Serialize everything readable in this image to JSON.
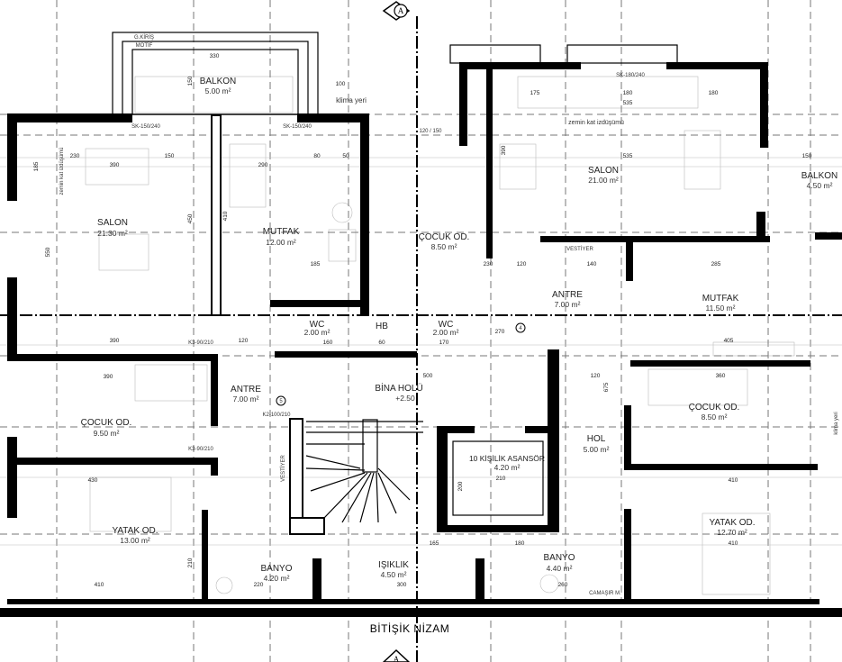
{
  "drawing": {
    "footer_label": "BİTİŞİK NİZAM",
    "axis_marker": "A",
    "grid_markers": [
      "4",
      "5"
    ],
    "colors": {
      "wall": "#000000",
      "grid": "#777777",
      "furniture": "#bbbbbb"
    }
  },
  "rooms": [
    {
      "name": "BALKON",
      "area": "5.00 m²"
    },
    {
      "name": "SALON",
      "area": "21.30 m²"
    },
    {
      "name": "MUTFAK",
      "area": "12.00 m²"
    },
    {
      "name": "WC",
      "area": "2.00 m²"
    },
    {
      "name": "HB",
      "area": ""
    },
    {
      "name": "WC",
      "area": "2.00 m²"
    },
    {
      "name": "ÇOCUK OD.",
      "area": "8.50 m²"
    },
    {
      "name": "SALON",
      "area": "21.00 m²"
    },
    {
      "name": "BALKON",
      "area": "4.50 m²"
    },
    {
      "name": "ANTRE",
      "area": "7.00 m²"
    },
    {
      "name": "MUTFAK",
      "area": "11.50 m²"
    },
    {
      "name": "ANTRE",
      "area": "7.00 m²"
    },
    {
      "name": "BİNA HOLÜ",
      "area": "+2.50"
    },
    {
      "name": "ÇOCUK OD.",
      "area": "9.50 m²"
    },
    {
      "name": "ÇOCUK OD.",
      "area": "8.50 m²"
    },
    {
      "name": "10 KİŞİLİK ASANSÖR",
      "area": "4.20 m²"
    },
    {
      "name": "HOL",
      "area": "5.00 m²"
    },
    {
      "name": "YATAK OD.",
      "area": "13.00 m²"
    },
    {
      "name": "YATAK OD.",
      "area": "12.70 m²"
    },
    {
      "name": "BANYO",
      "area": "4.20 m²"
    },
    {
      "name": "IŞIKLIK",
      "area": "4.50 m²"
    },
    {
      "name": "BANYO",
      "area": "4.40 m²"
    }
  ],
  "notes": [
    "G.KİRİŞ",
    "MOTİF",
    "SK-150/240",
    "SK-150/240",
    "klima yeri",
    "zemin kat izdüşümü",
    "SK-180/240",
    "VESTİYER",
    "VESTİYER",
    "klima yeri",
    "CAMAŞIR M.",
    "K3-90/210",
    "K3-90/210",
    "K2-100/210",
    "120 / 150",
    "zemin kat izdüşümü"
  ],
  "dims": [
    "330",
    "150",
    "100",
    "230",
    "390",
    "150",
    "290",
    "80",
    "50",
    "185",
    "450",
    "410",
    "185",
    "390",
    "390",
    "120",
    "430",
    "410",
    "210",
    "220",
    "300",
    "175",
    "180",
    "180",
    "535",
    "535",
    "390",
    "150",
    "120",
    "230",
    "140",
    "285",
    "405",
    "360",
    "410",
    "410",
    "260",
    "165",
    "180",
    "500",
    "120",
    "270",
    "200",
    "210",
    "675",
    "160",
    "170",
    "60",
    "550"
  ]
}
